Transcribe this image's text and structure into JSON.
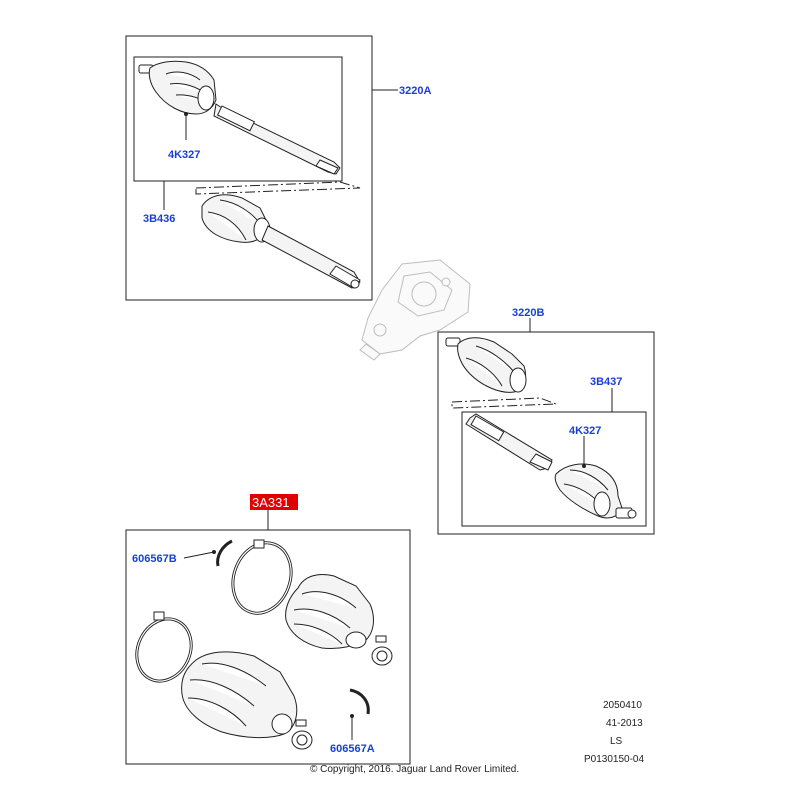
{
  "callouts": {
    "shaft_front": "3220A",
    "cv_joint_front": "4K327",
    "joint_front": "3B436",
    "shaft_rear": "3220B",
    "joint_rear": "3B437",
    "cv_joint_rear": "4K327",
    "boot_kit": "3A331",
    "clip_b": "606567B",
    "clip_a": "606567A"
  },
  "highlight_color": "#e00000",
  "callout_color": "#1a3fd6",
  "meta": {
    "line1": "2050410",
    "line2": "41-2013",
    "line3": "LS",
    "line4": "P0130150-04"
  },
  "copyright": "© Copyright, 2016. Jaguar Land Rover Limited."
}
